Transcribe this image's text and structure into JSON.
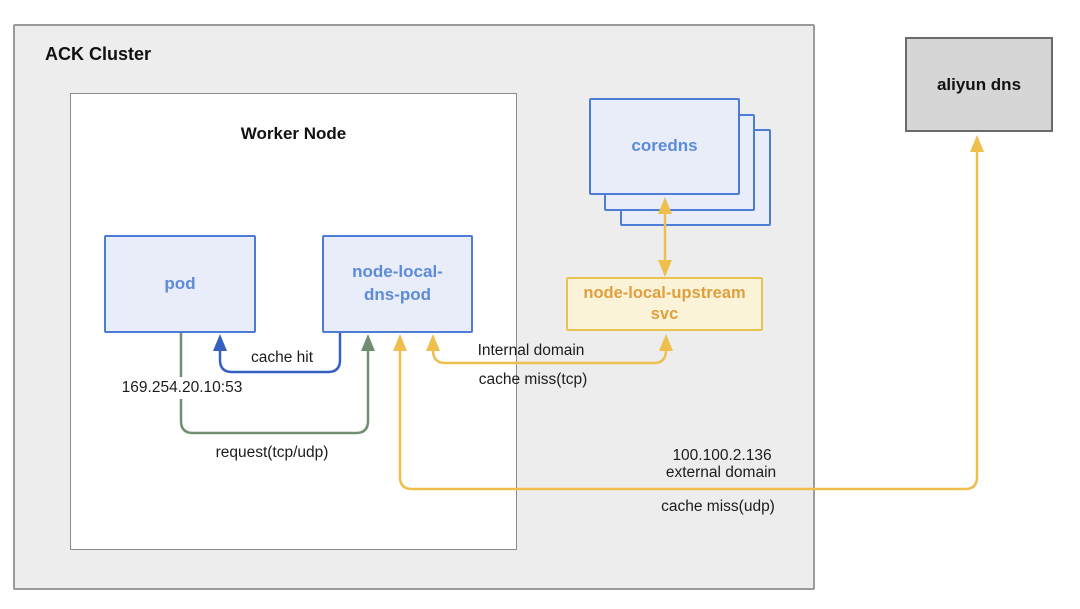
{
  "ack_cluster": {
    "label": "ACK Cluster"
  },
  "worker_node": {
    "label": "Worker Node"
  },
  "nodes": {
    "pod": {
      "label": "pod"
    },
    "dns_pod": {
      "label": "node-local-dns-pod",
      "lines": [
        "node-local-",
        "dns-pod"
      ]
    },
    "coredns": {
      "label": "coredns",
      "replica_count": 3
    },
    "upstream_svc": {
      "label": "node-local-upstream svc",
      "lines": [
        "node-local-upstream",
        "svc"
      ]
    },
    "aliyun_dns": {
      "label": "aliyun dns"
    }
  },
  "edges": {
    "cache_hit": {
      "label": "cache hit",
      "color": "#3560c2"
    },
    "request": {
      "label": "request(tcp/udp)",
      "color": "#718e71"
    },
    "listen_address": {
      "label": "169.254.20.10:53"
    },
    "internal_domain": {
      "label": "Internal domain",
      "sublabel": "cache miss(tcp)",
      "color": "#eebf4d"
    },
    "coredns_upstream_link": {
      "color": "#eebf4d"
    },
    "external_domain": {
      "label": "100.100.2.136",
      "sublabel": "external domain",
      "sublabel2": "cache miss(udp)",
      "color": "#eebf4d"
    }
  },
  "colors": {
    "node_fill": "#e9edfa",
    "node_border": "#4d7cd6",
    "node_text": "#5c8bd8",
    "svc_fill": "#fbf3d8",
    "svc_border": "#e9c250",
    "svc_text": "#df9f3d",
    "cluster_fill": "#ededed",
    "cluster_border": "#9b9b9b",
    "worker_node_border": "#8c8c8c",
    "aliyun_fill": "#d6d6d6",
    "aliyun_border": "#6a6a6a",
    "amber": "#eebf4d",
    "green": "#718e71",
    "blue": "#3560c2"
  }
}
